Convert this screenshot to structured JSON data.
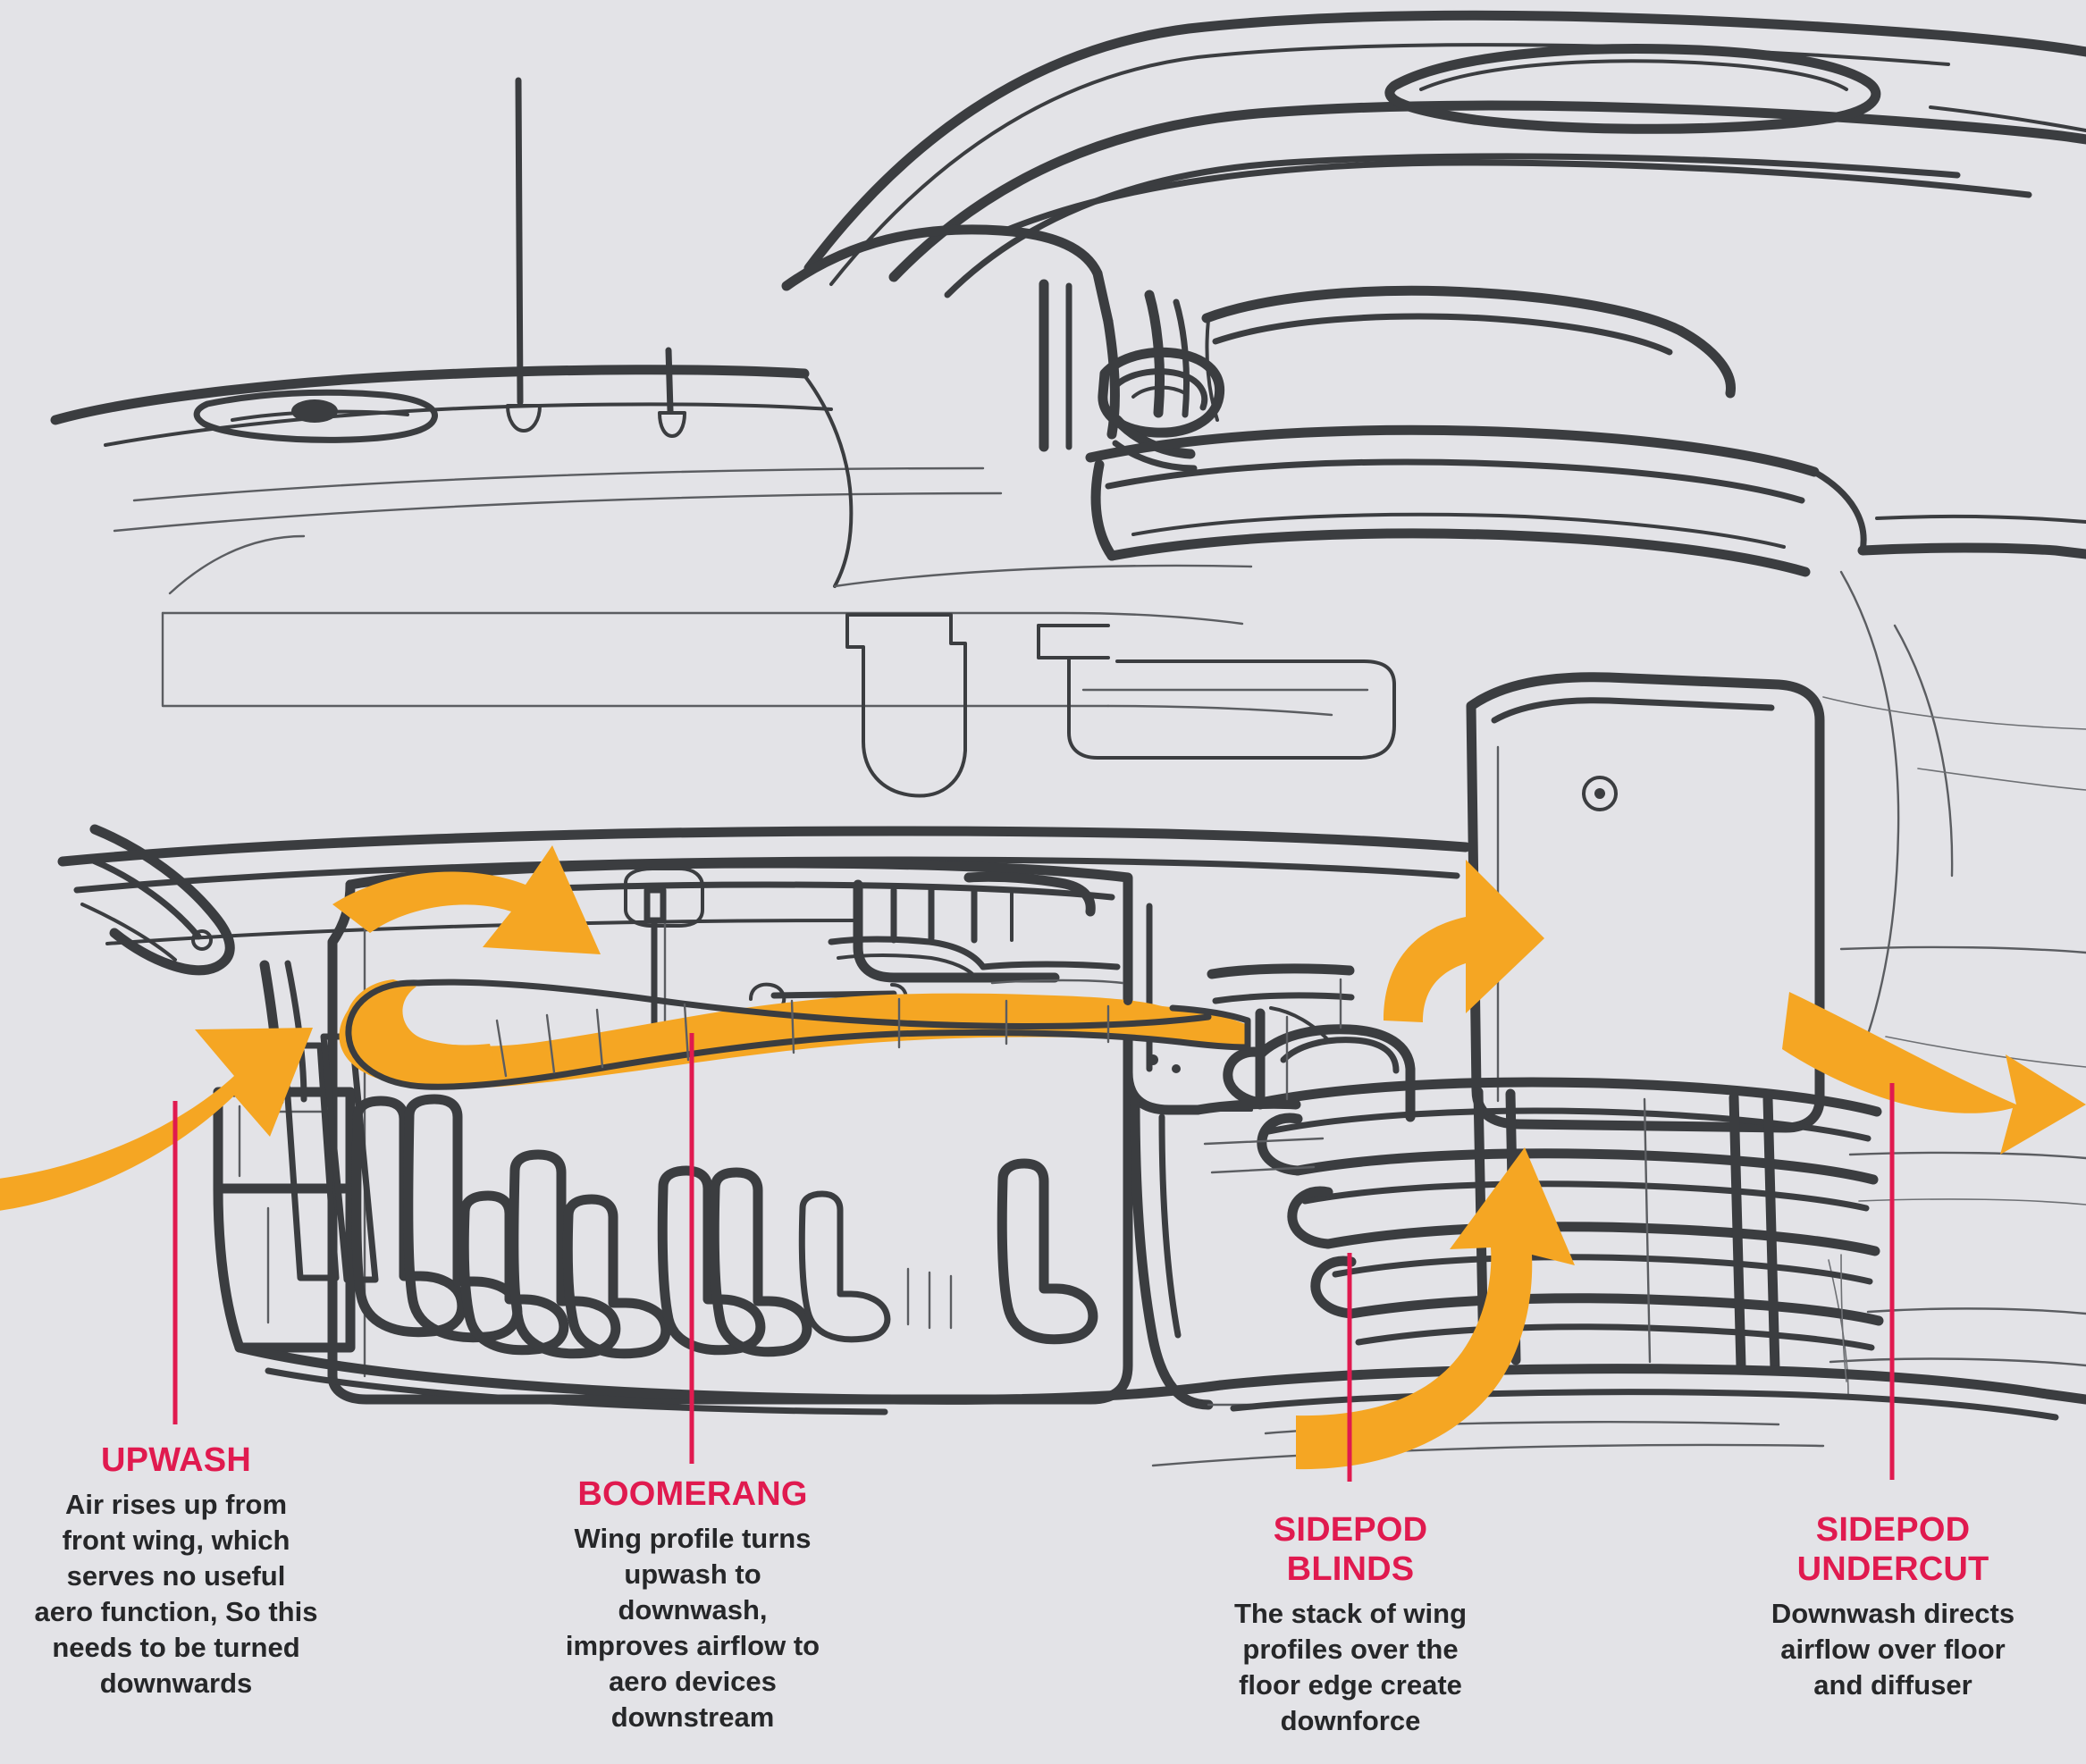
{
  "figure": {
    "kind": "annotated-technical-sketch",
    "subject": "Formula 1 car sidepod and floor aerodynamics",
    "background_color": "#e3e3e7",
    "ink_color": "#3b3d40",
    "accent_orange": "#f5a623",
    "accent_crimson": "#e01a4f"
  },
  "flow_arrows": [
    {
      "name": "upwash-arrow",
      "description": "curved arrow rising from lower-left toward the bargeboards"
    },
    {
      "name": "boomerang-turn-arrow",
      "description": "curved arrow over the boomerang turning flow rearwards"
    },
    {
      "name": "sidepod-riser-arrow",
      "description": "arrow curving upward alongside the sidepod radiator inlet"
    },
    {
      "name": "sidepod-blinds-arrow",
      "description": "arrow curving up through the stacked sidepod blinds"
    },
    {
      "name": "sidepod-undercut-arrow",
      "description": "arrow sweeping down and rearward off the sidepod undercut"
    }
  ],
  "highlight": {
    "name": "boomerang-wing-profile",
    "color": "#f5a623"
  },
  "callouts": [
    {
      "id": "upwash",
      "title": "UPWASH",
      "body": "Air rises up from front wing, which serves no useful aero function, So this needs to be turned downwards"
    },
    {
      "id": "boomerang",
      "title": "BOOMERANG",
      "body": "Wing profile turns upwash to downwash, improves airflow to aero devices downstream"
    },
    {
      "id": "sidepod-blinds",
      "title": "SIDEPOD BLINDS",
      "body": "The stack of wing profiles over the floor edge create downforce"
    },
    {
      "id": "sidepod-undercut",
      "title": "SIDEPOD UNDERCUT",
      "body": "Downwash directs airflow over floor and diffuser"
    }
  ]
}
